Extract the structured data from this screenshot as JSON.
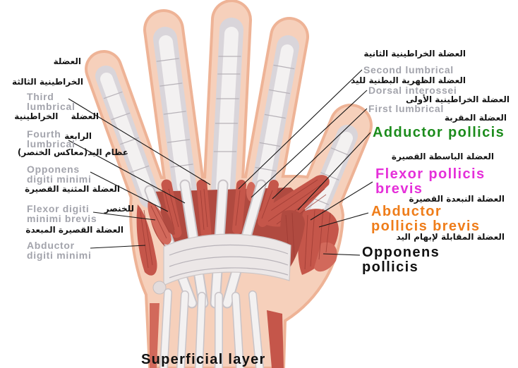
{
  "caption": "Superficial layer",
  "colors": {
    "muted_label": "#a3a4ac",
    "adductor_pollicis": "#1c8c1c",
    "flexor_pollicis_brevis": "#e52fd9",
    "abductor_pollicis_brevis": "#ef7d1a",
    "opponens_pollicis": "#111111",
    "muscle": "#c5564a",
    "skin": "#f6d0bb",
    "tendon": "#f3f1f1"
  },
  "english_labels": {
    "third_lumbrical": [
      "Third",
      "lumbrical"
    ],
    "fourth_lumbrical": [
      "Fourth",
      "lumbrical"
    ],
    "opponens_digiti_minimi": [
      "Opponens",
      "digiti minimi"
    ],
    "flexor_digiti_minimi_brevis": [
      "Flexor digiti",
      "minimi brevis"
    ],
    "abductor_digiti_minimi": [
      "Abductor",
      "digiti minimi"
    ],
    "second_lumbrical": [
      "Second lumbrical"
    ],
    "dorsal_interossei": [
      "Dorsal interossei"
    ],
    "first_lumbrical": [
      "First lumbrical"
    ],
    "adductor_pollicis": [
      "Adductor pollicis"
    ],
    "flexor_pollicis_brevis": [
      "Flexor pollicis",
      "brevis"
    ],
    "abductor_pollicis_brevis": [
      "Abductor",
      "pollicis brevis"
    ],
    "opponens_pollicis": [
      "Opponens",
      "pollicis"
    ]
  },
  "arabic_labels": {
    "muscle_word": "العضلة",
    "third_lumbrical": "الخراطينية الثالثة",
    "lumbrical_muscle": "العضلة الخراطينية",
    "fourth": "الرابعة",
    "opponens_digiti_minimi": "عظام اليد(معاكس الخنصر)",
    "flexor_digiti_minimi_brevis": "العضلة المثنية القصيرة",
    "for_little_finger": "للخنصر",
    "abductor_digiti_minimi": "العضلة القصيرة المبعدة",
    "second_lumbrical": "العضلة الخراطينية الثانية",
    "dorsal_interossei": "العضلة الظهرية البطنية لليد",
    "first_lumbrical": "العضلة الخراطينية الأولى",
    "adductor_pollicis": "العضلة المقربة",
    "flexor_pollicis_brevis": "العضلة الباسطة القصيرة",
    "abductor_pollicis_brevis": "العضلة النبعدة القصيرة",
    "opponens_pollicis": "العضلة المقابلة لإبهام اليد"
  }
}
